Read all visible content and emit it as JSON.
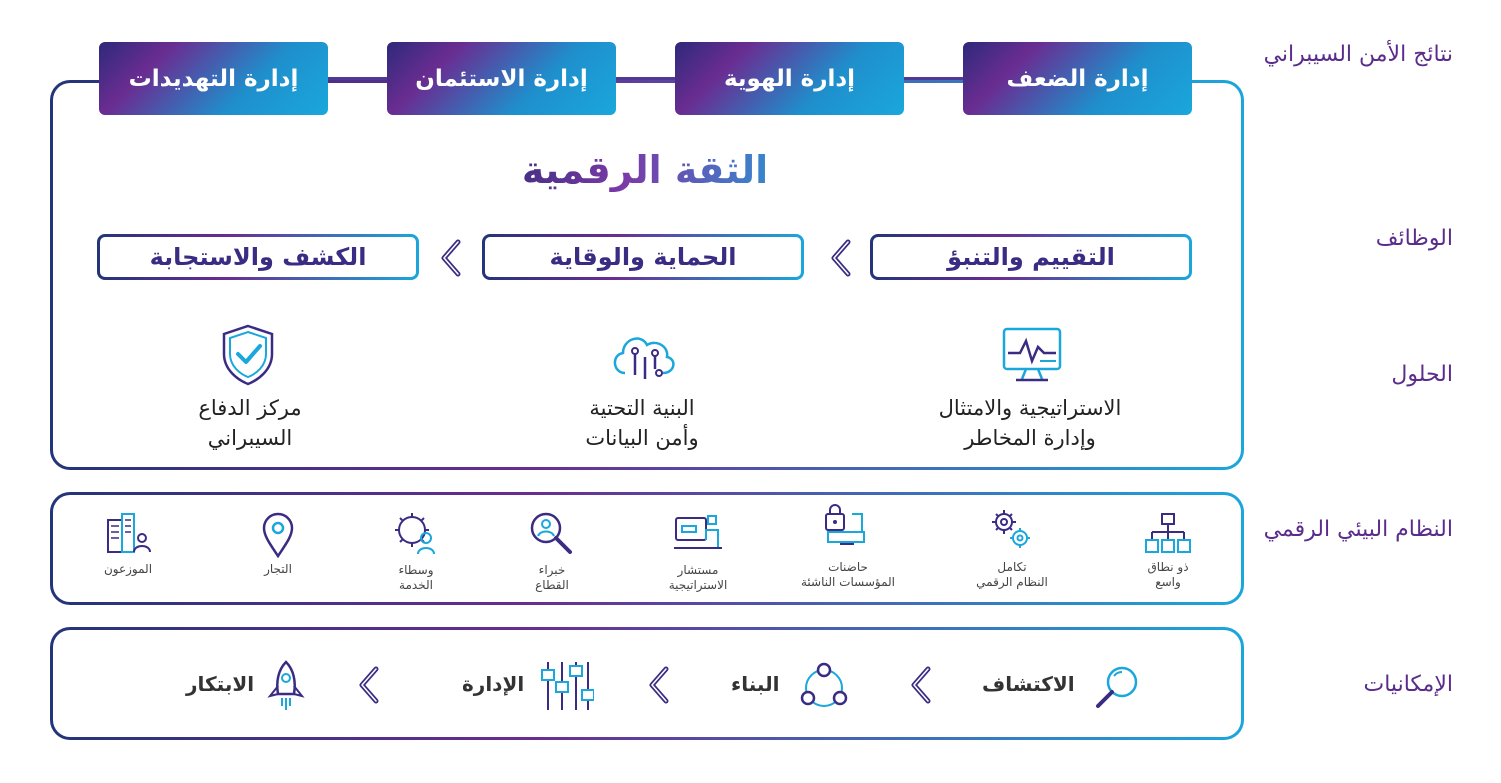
{
  "row_labels": {
    "outcomes": "نتائج الأمن السيبراني",
    "functions": "الوظائف",
    "solutions": "الحلول",
    "ecosystem": "النظام البيئي الرقمي",
    "capabilities": "الإمكانيات"
  },
  "outcomes": [
    "إدارة الضعف",
    "إدارة الهوية",
    "إدارة الاستئمان",
    "إدارة التهديدات"
  ],
  "title": "الثقة الرقمية",
  "functions": [
    "التقييم والتنبؤ",
    "الحماية والوقاية",
    "الكشف والاستجابة"
  ],
  "solutions": [
    {
      "line1": "الاستراتيجية والامتثال",
      "line2": "وإدارة المخاطر",
      "icon": "monitor-chart-icon"
    },
    {
      "line1": "البنية التحتية",
      "line2": "وأمن البيانات",
      "icon": "cloud-circuit-icon"
    },
    {
      "line1": "مركز الدفاع",
      "line2": "السيبراني",
      "icon": "shield-check-icon"
    }
  ],
  "ecosystem": [
    {
      "line1": "ذو نطاق",
      "line2": "واسع",
      "icon": "hierarchy-icon"
    },
    {
      "line1": "تكامل",
      "line2": "النظام الرقمي",
      "icon": "gears-icon"
    },
    {
      "line1": "حاضنات",
      "line2": "المؤسسات الناشئة",
      "icon": "lock-computer-icon"
    },
    {
      "line1": "مستشار",
      "line2": "الاستراتيجية",
      "icon": "computer-user-icon"
    },
    {
      "line1": "خبراء",
      "line2": "القطاع",
      "icon": "search-person-icon"
    },
    {
      "line1": "وسطاء",
      "line2": "الخدمة",
      "icon": "gear-person-icon"
    },
    {
      "line1": "التجار",
      "line2": "",
      "icon": "location-pin-icon"
    },
    {
      "line1": "الموزعون",
      "line2": "",
      "icon": "buildings-person-icon"
    }
  ],
  "capabilities": [
    {
      "label": "الاكتشاف",
      "icon": "magnifier-icon"
    },
    {
      "label": "البناء",
      "icon": "network-circle-icon"
    },
    {
      "label": "الإدارة",
      "icon": "sliders-icon"
    },
    {
      "label": "الابتكار",
      "icon": "rocket-icon"
    }
  ],
  "colors": {
    "primary_purple": "#5a2d8c",
    "accent_blue": "#1aa7dc",
    "navy": "#23357a"
  }
}
